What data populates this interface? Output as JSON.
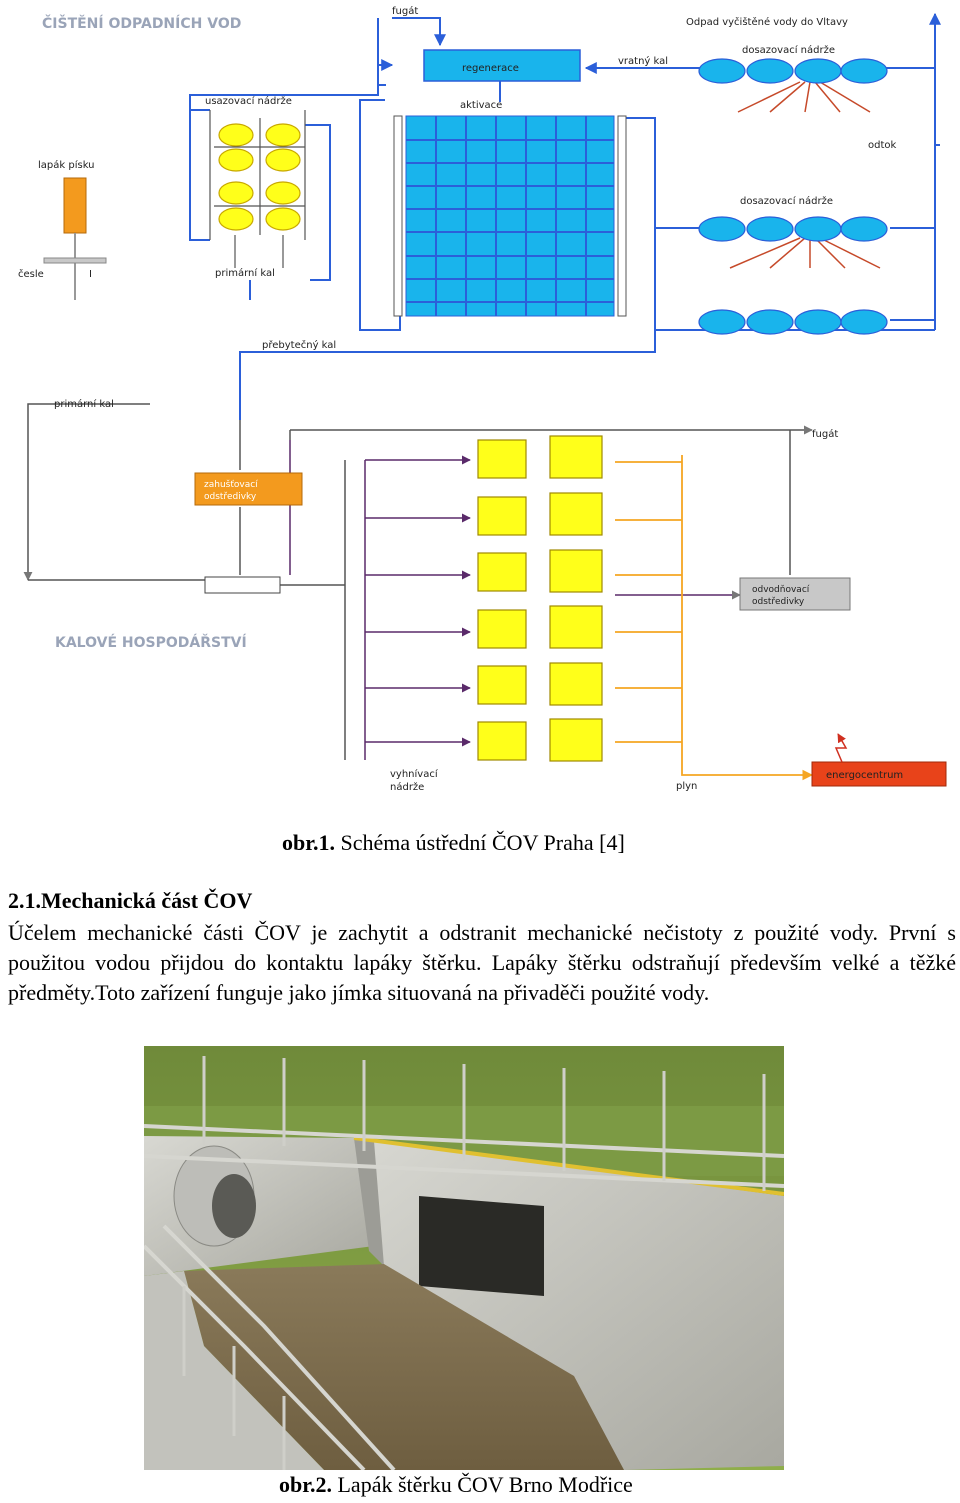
{
  "diagram": {
    "title_top": "ČIŠTĚNÍ  ODPADNÍCH  VOD",
    "title_bottom": "KALOVÉ  HOSPODÁŘSTVÍ",
    "labels": {
      "fugat_top": "fugát",
      "regenerace": "regenerace",
      "vratny_kal": "vratný kal",
      "odpad": "Odpad vyčištěné vody do Vltavy",
      "dosazovaci_1": "dosazovací nádrže",
      "usazovaci": "usazovací nádrže",
      "aktivace": "aktivace",
      "lapak": "lapák písku",
      "odtok": "odtok",
      "dosazovaci_2": "dosazovací nádrže",
      "cesle": "česle",
      "primarni_kal_1": "primární kal",
      "prebytecny": "přebytečný kal",
      "primarni_kal_2": "primární kal",
      "fugat_bottom": "fugát",
      "zahustovaci_1": "zahušťovací",
      "zahustovaci_2": "odstředivky",
      "odvodnovaci_1": "odvodňovací",
      "odvodnovaci_2": "odstředivky",
      "energocentrum": "energocentrum",
      "vyhnivaci_1": "vyhnívací",
      "vyhnivaci_2": "nádrže",
      "plyn": "plyn"
    },
    "colors": {
      "blue_line": "#2b5fd9",
      "grey_line": "#8a8a8a",
      "tank_cyan": "#19b4ec",
      "yellow": "#ffff1a",
      "orange_line": "#f5a623",
      "lapak_orange": "#f39a1e",
      "purple_line": "#5a2a6a",
      "energo_red": "#e8431a"
    }
  },
  "figure1": {
    "label": "obr.1.",
    "caption": " Schéma ústřední ČOV Praha [4]"
  },
  "section": {
    "heading": "2.1.Mechanická část ČOV"
  },
  "body": {
    "paragraph": "Účelem mechanické části ČOV je zachytit a  odstranit mechanické nečistoty z použité vody. První s použitou vodou přijdou do kontaktu lapáky štěrku. Lapáky štěrku odstraňují především velké a těžké předměty.Toto zařízení funguje jako jímka situovaná na přivaděči použité vody."
  },
  "figure2": {
    "label": "obr.2.",
    "caption": " Lapák štěrku ČOV Brno Modřice"
  }
}
